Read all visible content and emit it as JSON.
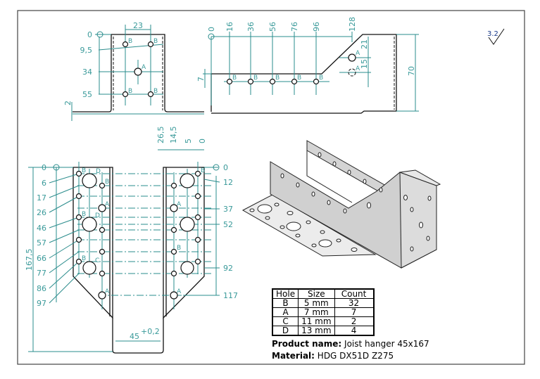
{
  "surface_finish": "3.2",
  "top_left_view": {
    "width_dim": "23",
    "v_dims": [
      "0",
      "9,5",
      "34",
      "55"
    ],
    "thickness": "2"
  },
  "top_right_view": {
    "h_dims": [
      "0",
      "16",
      "36",
      "56",
      "76",
      "96",
      "128"
    ],
    "dims": {
      "d21": "21",
      "d15": "15",
      "d7": "7",
      "d70": "70"
    }
  },
  "flat_view": {
    "left_dims": [
      "0",
      "6",
      "17",
      "26",
      "46",
      "57",
      "66",
      "77",
      "86",
      "97"
    ],
    "right_dims": [
      "0",
      "12",
      "37",
      "52",
      "92",
      "117"
    ],
    "top_dims": [
      "26,5",
      "14,5",
      "5",
      "0"
    ],
    "height": "167,5",
    "width": "45",
    "tolerance": "+0,2"
  },
  "hole_labels": {
    "a": "A",
    "b": "B",
    "c": "C",
    "d": "D"
  },
  "table": {
    "headers": [
      "Hole",
      "Size",
      "Count"
    ],
    "rows": [
      [
        "B",
        "5 mm",
        "32"
      ],
      [
        "A",
        "7 mm",
        "7"
      ],
      [
        "C",
        "11 mm",
        "2"
      ],
      [
        "D",
        "13 mm",
        "4"
      ]
    ]
  },
  "product": {
    "label": "Product name:",
    "value": "Joist hanger 45x167"
  },
  "material": {
    "label": "Material:",
    "value": "HDG DX51D Z275"
  }
}
